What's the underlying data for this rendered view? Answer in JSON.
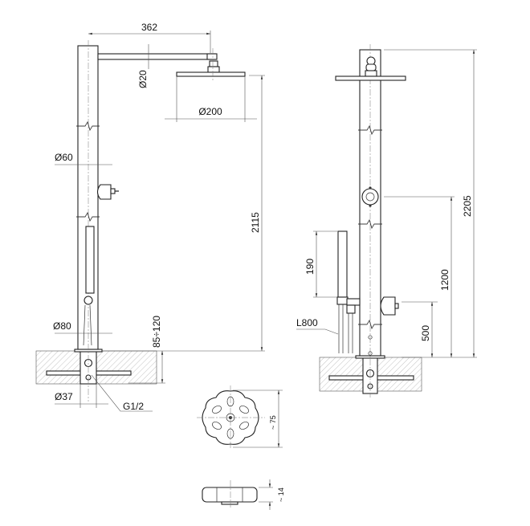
{
  "drawing": {
    "front_view": {
      "dim_arm_length": "362",
      "dim_arm_diameter": "Ø20",
      "dim_head_diameter": "Ø200",
      "dim_column_diameter": "Ø60",
      "dim_head_height": "2115",
      "dim_base_diameter": "Ø80",
      "dim_embed_depth": "85÷120",
      "dim_pipe_diameter": "Ø37",
      "thread_label": "G1/2"
    },
    "side_view": {
      "dim_hand_shower_length": "190",
      "hose_length": "L800",
      "dim_diverter_height": "500",
      "dim_mixer_height": "1200",
      "dim_total_height": "2205"
    },
    "handle_detail": {
      "dim_width": "~ 75",
      "dim_thickness": "~ 14"
    }
  }
}
